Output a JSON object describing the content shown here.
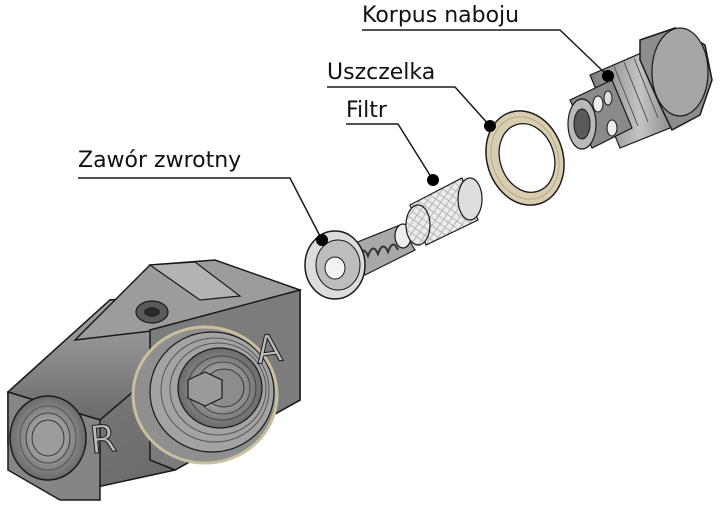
{
  "callouts": {
    "korpus_naboju": "Korpus naboju",
    "uszczelka": "Uszczelka",
    "filtr": "Filtr",
    "zawor_zwrotny": "Zawór zwrotny"
  },
  "body_markings": {
    "inlet_letter": "R",
    "outlet_letter": "A"
  },
  "colors": {
    "background": "#ffffff",
    "outline": "#1a1a1a",
    "metal_dark": "#6e6e6e",
    "metal_mid": "#9a9a9a",
    "metal_light": "#c9c9c9",
    "seal_tan": "#d8cdb0",
    "mesh": "#e4e4e4"
  }
}
